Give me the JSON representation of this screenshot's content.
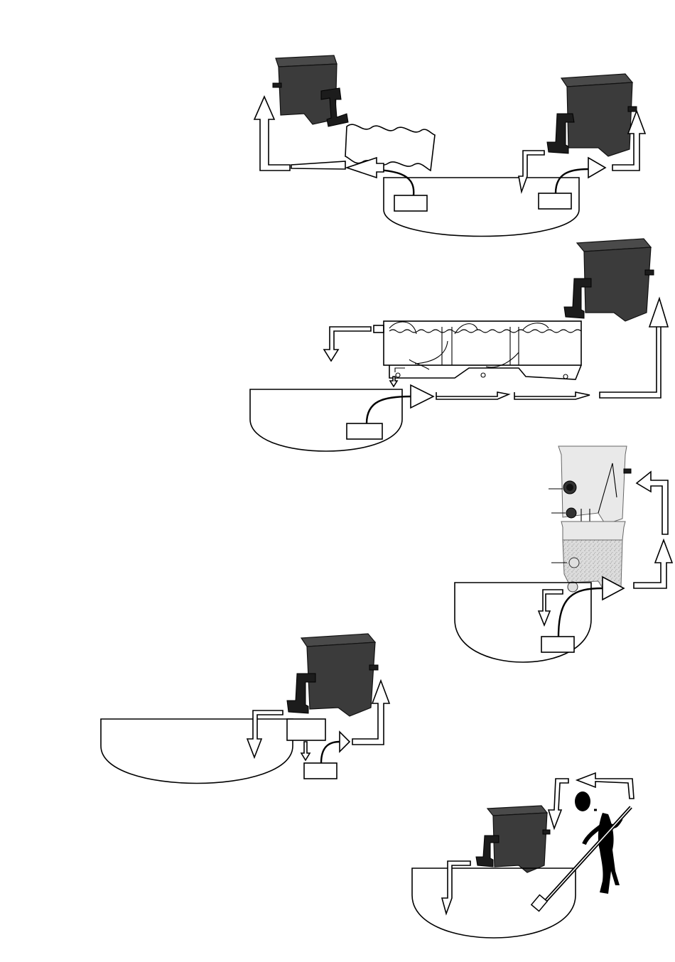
{
  "figure": {
    "panels": [
      "two-filter-setup",
      "trough-filter-setup",
      "stacked-filter-setup",
      "single-filter-setup",
      "pond-cleaning-setup"
    ],
    "text_labels": []
  },
  "colors": {
    "line": "#000000",
    "filter_body": "#3b3b3b",
    "filter_grey": "#e9e9e9",
    "gravel": "#d6d6d6",
    "background": "#ffffff"
  },
  "icons": [
    "filter-box",
    "pump-box",
    "flow-arrow",
    "waterfall",
    "person-with-pole"
  ]
}
